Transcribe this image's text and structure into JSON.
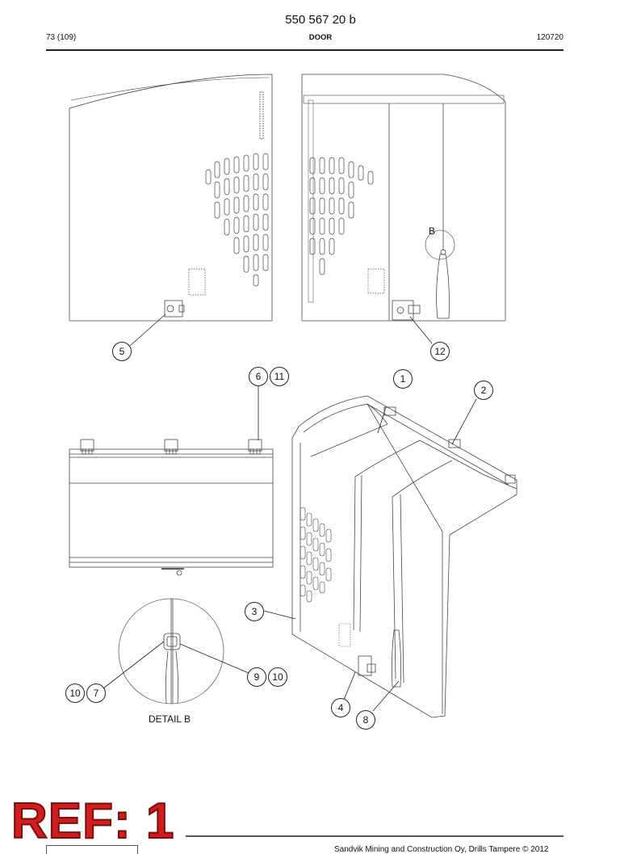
{
  "header": {
    "doc_number": "550 567 20 b",
    "page_count": "73 (109)",
    "section_title": "DOOR",
    "date_code": "120720"
  },
  "drawing": {
    "detail_caption": "DETAIL B",
    "detail_letter": "B",
    "callouts": {
      "c5": "5",
      "c12": "12",
      "c6": "6",
      "c11": "11",
      "c1": "1",
      "c2": "2",
      "c3": "3",
      "c9": "9",
      "c10a": "10",
      "c10b": "10",
      "c7": "7",
      "c4": "4",
      "c8": "8"
    }
  },
  "stamp": {
    "ref_label": "REF: 1"
  },
  "footer": {
    "copyright": "Sandvik Mining and Construction Oy, Drills Tampere © 2012"
  }
}
